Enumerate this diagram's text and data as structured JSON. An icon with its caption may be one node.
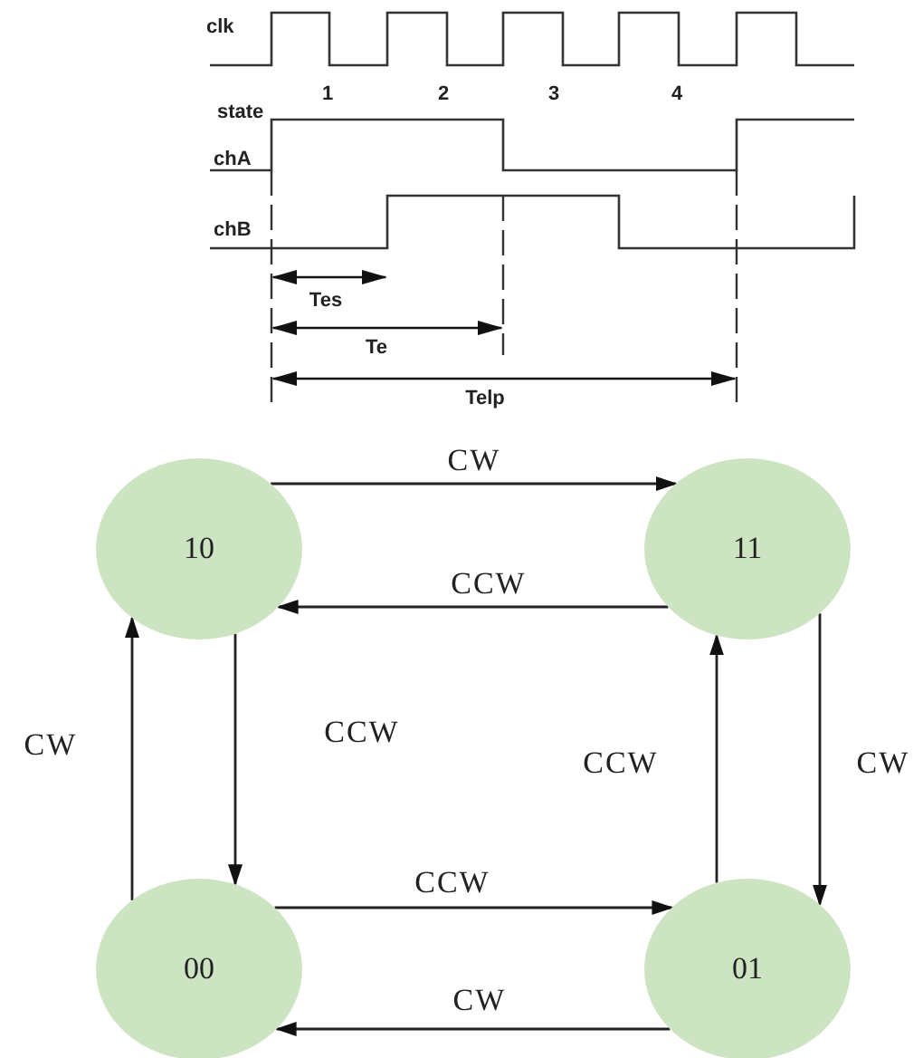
{
  "diagram": {
    "nodes": [
      {
        "text": [
          "10"
        ]
      },
      {
        "text": [
          "11"
        ]
      },
      {
        "text": [
          "00"
        ]
      },
      {
        "text": [
          "01"
        ]
      }
    ],
    "edges": [
      {
        "from": 0,
        "to": 1,
        "arrow": "to",
        "label": "CW"
      },
      {
        "from": 1,
        "to": 0,
        "arrow": "to",
        "label": "CCW"
      },
      {
        "from": 2,
        "to": 0,
        "arrow": "to",
        "label": "CW"
      },
      {
        "from": 0,
        "to": 2,
        "arrow": "to",
        "label": "CCW"
      },
      {
        "from": 3,
        "to": 1,
        "arrow": "to",
        "label": "CCW"
      },
      {
        "from": 1,
        "to": 3,
        "arrow": "to",
        "label": "CW"
      },
      {
        "from": 2,
        "to": 3,
        "arrow": "to",
        "label": "CCW"
      },
      {
        "from": 3,
        "to": 2,
        "arrow": "to",
        "label": "CW"
      }
    ],
    "labels": [
      "clk",
      "1",
      "2",
      "3",
      "4",
      "state",
      "chA",
      "chB",
      "Tes",
      "Te",
      "Telp"
    ]
  }
}
